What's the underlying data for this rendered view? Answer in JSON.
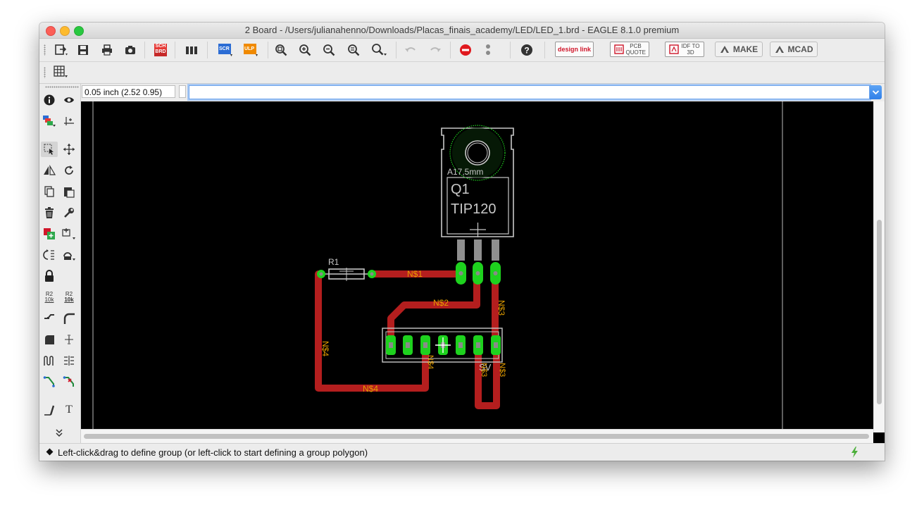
{
  "window": {
    "title": "2 Board - /Users/julianahenno/Downloads/Placas_finais_academy/LED/LED_1.brd - EAGLE 8.1.0 premium"
  },
  "toolbar": {
    "icons": [
      "open-icon",
      "save-icon",
      "print-icon",
      "cam-icon",
      "sch-brd-switch-icon",
      "library-icon",
      "script-icon",
      "ulp-icon",
      "zoom-fit-icon",
      "zoom-in-icon",
      "zoom-out-icon",
      "zoom-redraw-icon",
      "zoom-area-icon",
      "undo-icon",
      "redo-icon",
      "stop-icon",
      "go-icon",
      "help-icon"
    ],
    "sch_label": "SCH",
    "brd_label": "BRD",
    "scr_label": "SCR",
    "ulp_label": "ULP",
    "designlink_label": "design link",
    "pcbquote_label": "PCB QUOTE",
    "idf_label": "IDF TO 3D",
    "make_label": "MAKE",
    "mcad_label": "MCAD"
  },
  "command": {
    "coordinate": "0.05 inch (2.52 0.95)",
    "input_value": "",
    "input_placeholder": ""
  },
  "left_tools": [
    "info",
    "show",
    "layer-settings",
    "mark",
    "group",
    "move",
    "mirror",
    "rotate",
    "copy",
    "paste",
    "delete",
    "change",
    "add",
    "replace",
    "swap",
    "lock",
    "name",
    "value",
    "split",
    "miter",
    "optimize",
    "route-multiple",
    "meander",
    "ripup",
    "route",
    "unroute",
    "wire",
    "text",
    "more"
  ],
  "left_tool_labels": {
    "name_label": "R2",
    "name_sub": "10k",
    "value_label": "R2",
    "value_sub": "10k"
  },
  "board": {
    "q1_name": "Q1",
    "q1_value": "TIP120",
    "q1_hole_label": "A17,5mm",
    "r1_name": "R1",
    "sv_name": "SV",
    "nets": {
      "n1": "N$1",
      "n2": "N$2",
      "n3": "N$3",
      "n4": "N$4"
    },
    "colors": {
      "trace": "#b41e1e",
      "pad": "#1ed21e",
      "silk": "#c8c8c8",
      "net_label": "#e6a000",
      "background": "#000000"
    }
  },
  "status": {
    "text": "Left-click&drag to define group (or left-click to start defining a group polygon)"
  }
}
